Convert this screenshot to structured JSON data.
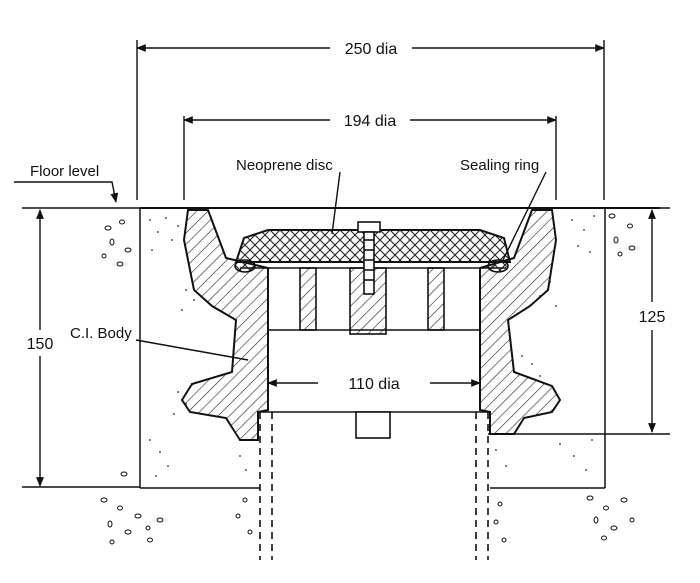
{
  "labels": {
    "floor_level": "Floor level",
    "neoprene_disc": "Neoprene disc",
    "sealing_ring": "Sealing ring",
    "ci_body": "C.I. Body"
  },
  "dimensions": {
    "outer_diameter": "250 dia",
    "grate_diameter": "194 dia",
    "pipe_diameter": "110 dia",
    "total_height": "150",
    "body_height": "125"
  },
  "colors": {
    "line": "#111111",
    "hatch": "#222222",
    "background": "#ffffff"
  }
}
